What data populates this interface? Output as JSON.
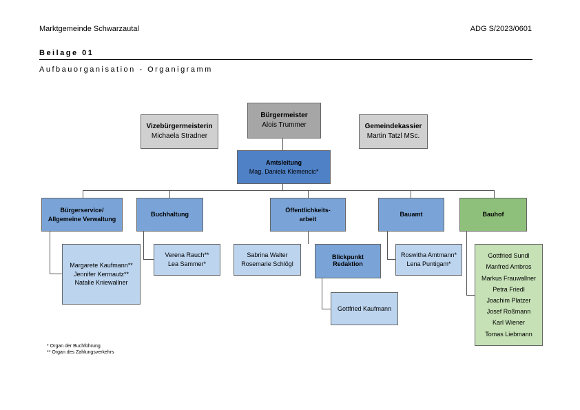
{
  "header": {
    "municipality": "Marktgemeinde Schwarzautal",
    "reference": "ADG S/2023/0601",
    "appendix": "Beilage 01",
    "subtitle": "Aufbauorganisation - Organigramm"
  },
  "org": {
    "mayor": {
      "title": "Bürgermeister",
      "name": "Alois Trummer"
    },
    "vice_mayor": {
      "title": "Vizebürgermeisterin",
      "name": "Michaela Stradner"
    },
    "treasurer": {
      "title": "Gemeindekassier",
      "name": "Martin Tatzl MSc."
    },
    "office_head": {
      "title": "Amtsleitung",
      "name": "Mag. Daniela Klemencic*"
    },
    "departments": {
      "buergerservice": {
        "title_line1": "Bürgerservice/",
        "title_line2": "Allgemeine Verwaltung",
        "members": [
          "Margarete Kaufmann**",
          "Jennifer Kermautz**",
          "Natalie Kniewallner"
        ]
      },
      "buchhaltung": {
        "title": "Buchhaltung",
        "members": [
          "Verena Rauch**",
          "Lea Sammer*"
        ]
      },
      "oeffentlichkeit": {
        "title_line1": "Öffentlichkeits-",
        "title_line2": "arbeit",
        "members": [
          "Sabrina Walter",
          "Rosemarie Schlögl"
        ],
        "sub": {
          "title_line1": "Blickpunkt",
          "title_line2": "Redaktion",
          "members": [
            "Gottfried Kaufmann"
          ]
        }
      },
      "bauamt": {
        "title": "Bauamt",
        "members": [
          "Roswitha Amtmann*",
          "Lena Puntigam*"
        ]
      },
      "bauhof": {
        "title": "Bauhof",
        "members": [
          "Gottfried Sundl",
          "Manfred Ambros",
          "Markus Frauwallner",
          "Petra Friedl",
          "Joachim Platzer",
          "Josef Roßmann",
          "Karl Wiener",
          "Tomas Liebmann"
        ]
      }
    }
  },
  "footnotes": {
    "single": "* Organ der Buchführung",
    "double": "** Organ des Zahlungsverkehrs"
  },
  "colors": {
    "mayor": "#a6a6a6",
    "support": "#d0d0d0",
    "office_head": "#4f81c7",
    "department": "#7aa4d8",
    "member": "#bcd4ee",
    "bauhof": "#8fc07b",
    "bauhof_member": "#c6e1b6"
  }
}
